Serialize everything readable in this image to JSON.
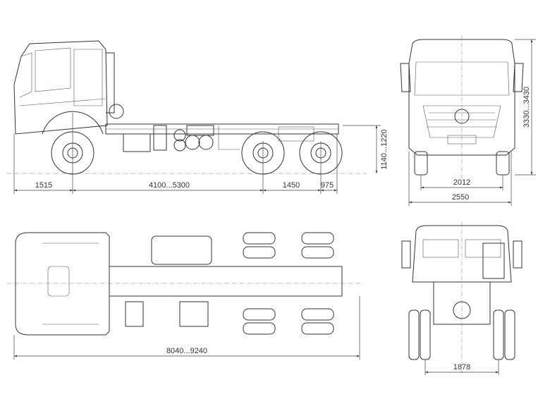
{
  "side_view": {
    "dimensions": {
      "front_overhang": "1515",
      "wheelbase": "4100...5300",
      "tandem_spacing": "1450",
      "rear_overhang": "975",
      "frame_height": "1140...1220"
    }
  },
  "front_view": {
    "dimensions": {
      "front_track": "2012",
      "overall_width": "2550",
      "overall_height": "3330...3430"
    }
  },
  "top_view": {
    "dimensions": {
      "overall_length": "8040...9240"
    }
  },
  "rear_view": {
    "dimensions": {
      "rear_track": "1878"
    }
  }
}
